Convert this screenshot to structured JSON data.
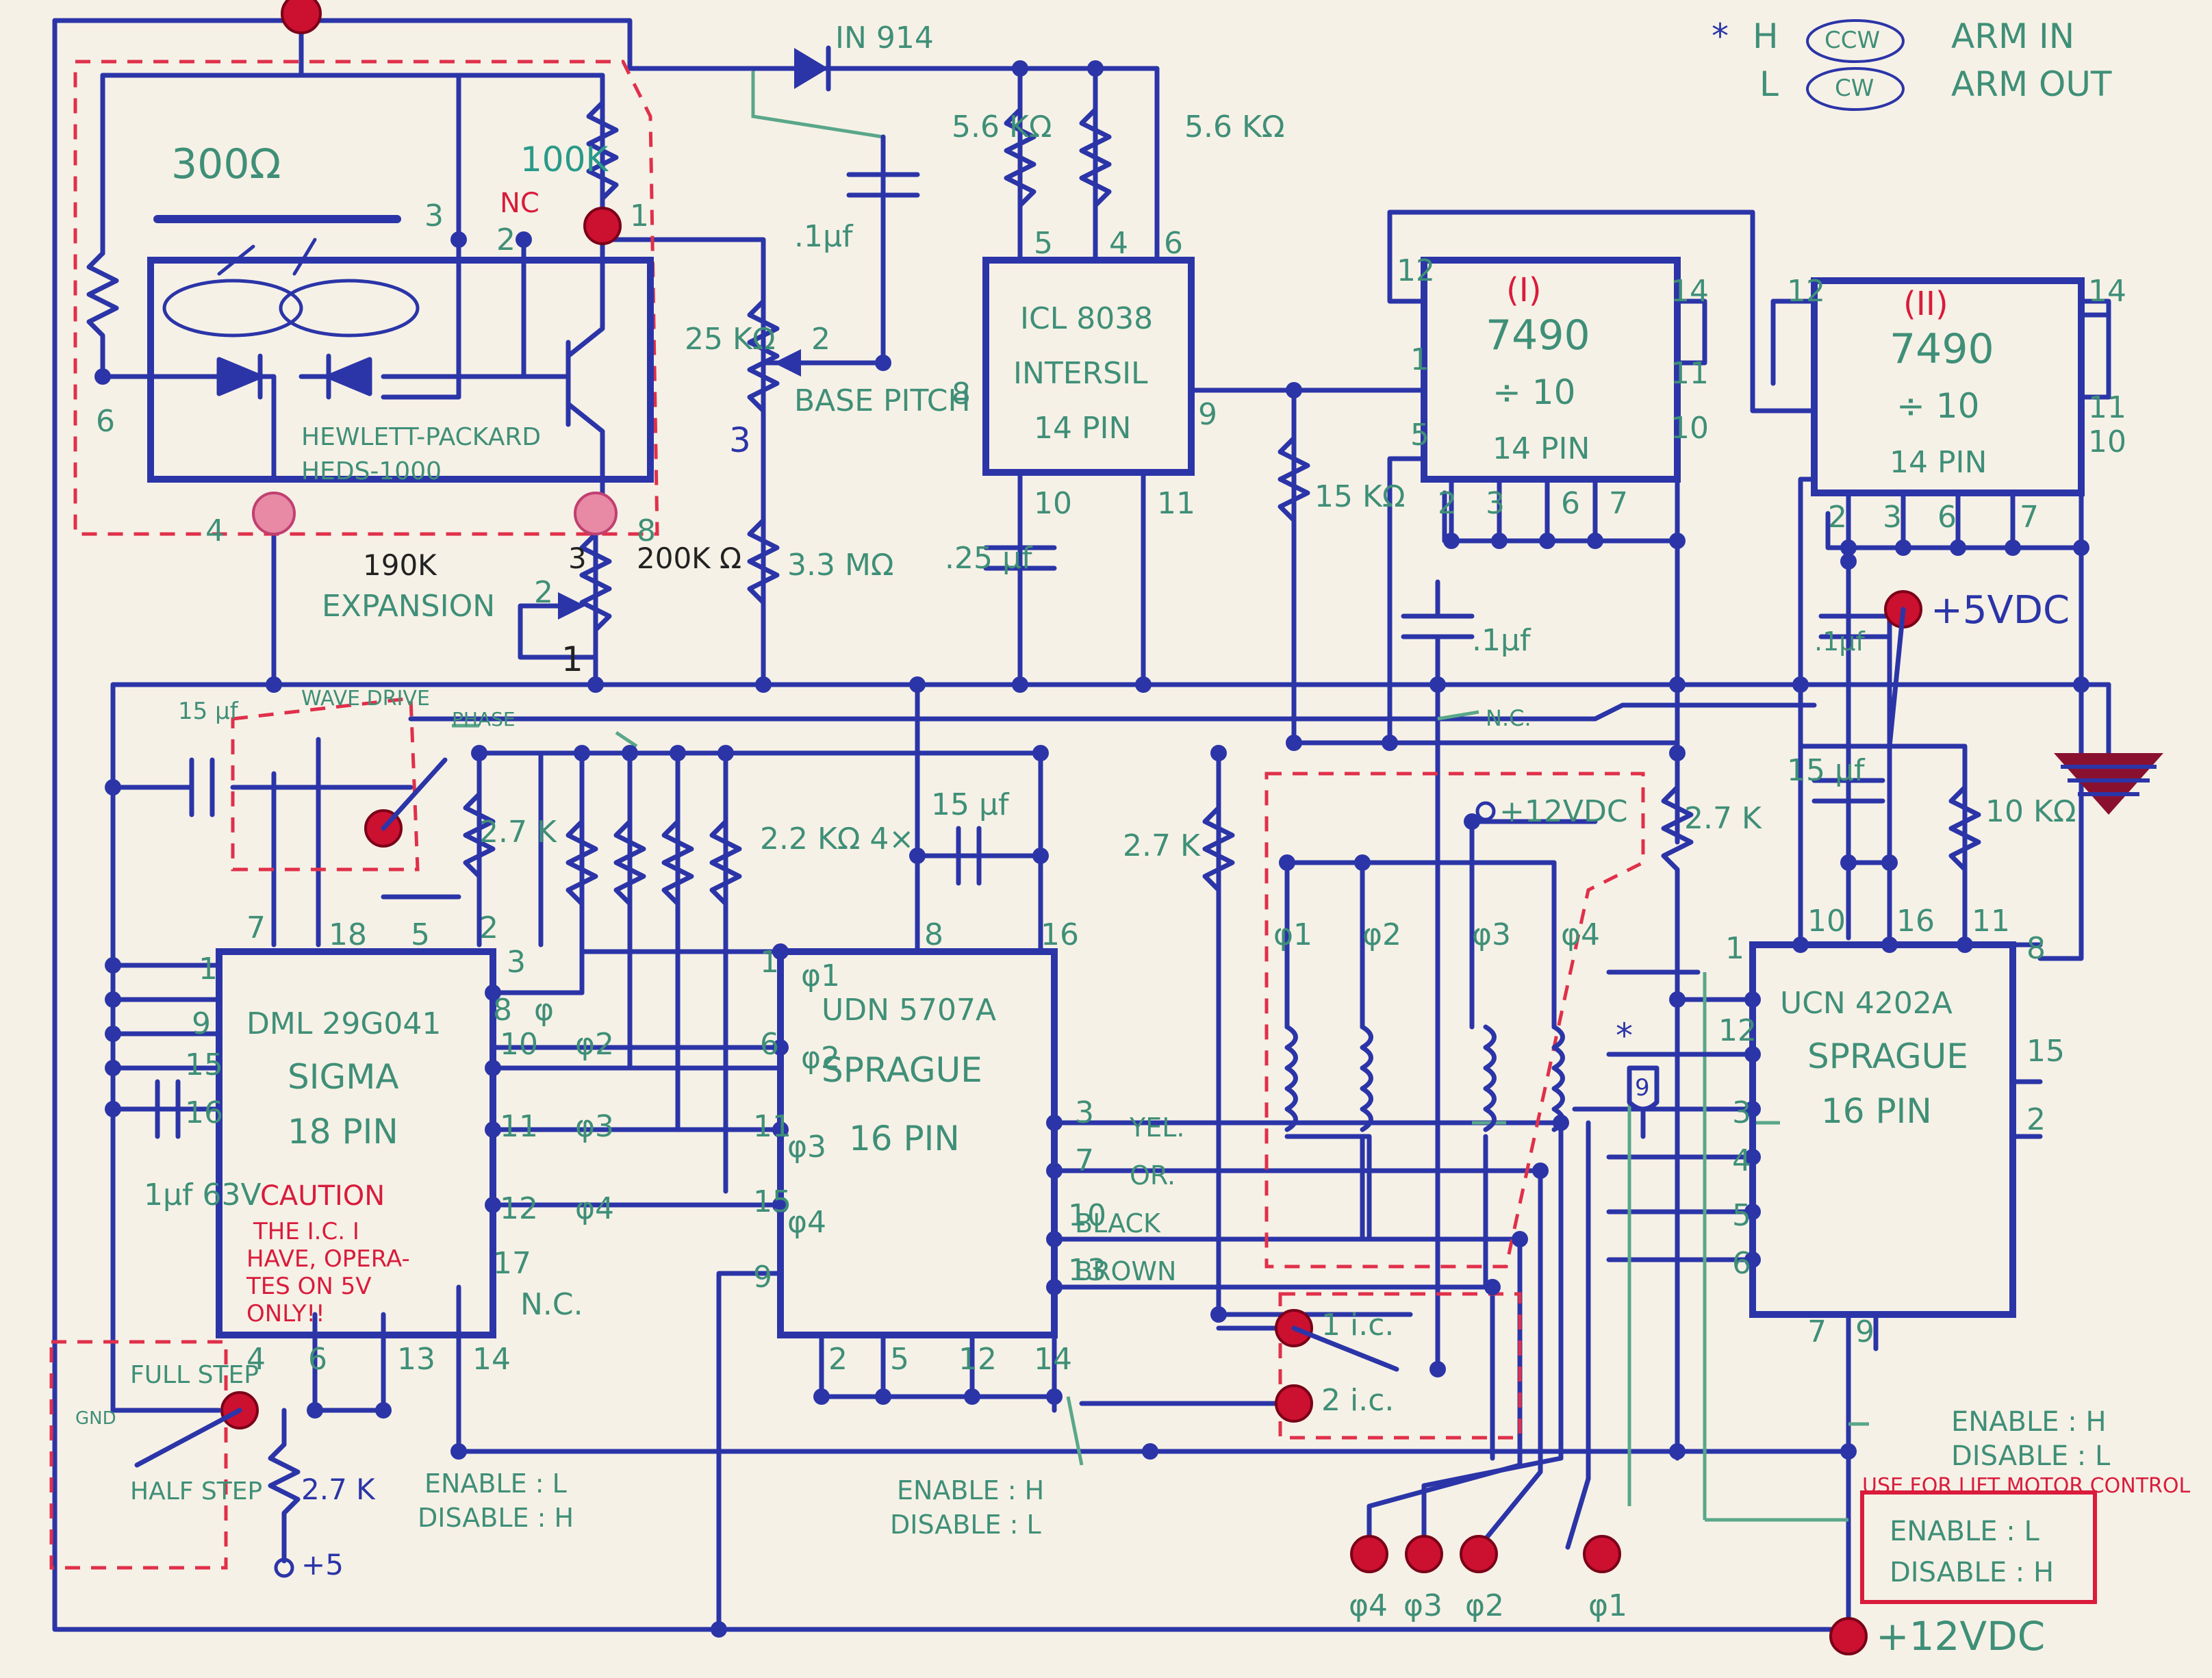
{
  "legend": {
    "star": "*",
    "h": "H",
    "ccw": "CCW",
    "arm_in": "ARM IN",
    "l": "L",
    "cw": "CW",
    "arm_out": "ARM OUT"
  },
  "optical_sensor": {
    "name": "HEWLETT-PACKARD",
    "part": "HEDS-1000",
    "resistor": "300Ω",
    "pins": [
      "6",
      "4",
      "3",
      "2",
      "1",
      "8"
    ],
    "nc": "NC"
  },
  "diode": "IN 914",
  "resistors": {
    "r100k": "100K",
    "r56k_a": "5.6 KΩ",
    "r56k_b": "5.6 KΩ",
    "r25k": "25 KΩ",
    "r33m": "3.3 MΩ",
    "r190k": "190K",
    "r200k": "200K Ω",
    "r15k": "15 KΩ",
    "r27k_a": "2.7 K",
    "r27k_b": "2.7 K",
    "r27k_c": "2.7 K",
    "r22k": "2.2 KΩ 4×",
    "r10k": "10 KΩ",
    "r27k_d": "2.7 K"
  },
  "capacitors": {
    "c1_top": ".1μf",
    "c25": ".25 μf",
    "c15_left": "15 μf",
    "c15_mid": "15 μf",
    "c1_mid": ".1μf",
    "c1_right": ".1μf",
    "c15_right": "15 μf",
    "c1_left": "1μf 63V"
  },
  "controls": {
    "base_pitch": "BASE PITCH",
    "expansion": "EXPANSION",
    "wave_drive": "WAVE DRIVE",
    "phase": "PHASE",
    "full_step": "FULL STEP",
    "half_step": "HALF STEP",
    "gnd": "GND"
  },
  "ic_8038": {
    "name": "ICL 8038",
    "maker": "INTERSIL",
    "pins_label": "14 PIN",
    "pins": [
      "5",
      "4",
      "6",
      "8",
      "9",
      "10",
      "11",
      "2"
    ]
  },
  "ic_7490_1": {
    "num": "(I)",
    "name": "7490",
    "div": "÷ 10",
    "pins_label": "14 PIN",
    "pins": [
      "12",
      "14",
      "1",
      "11",
      "5",
      "10",
      "2",
      "3",
      "6",
      "7"
    ]
  },
  "ic_7490_2": {
    "num": "(II)",
    "name": "7490",
    "div": "÷ 10",
    "pins_label": "14 PIN",
    "pins": [
      "12",
      "14",
      "11",
      "10",
      "2",
      "3",
      "6",
      "7"
    ]
  },
  "ic_sigma": {
    "name": "DML 29G041",
    "maker": "SIGMA",
    "pins_label": "18 PIN",
    "pins": [
      "7",
      "18",
      "5",
      "2",
      "3",
      "1",
      "9",
      "15",
      "16",
      "8",
      "10",
      "11",
      "12",
      "17",
      "4",
      "6",
      "13",
      "14"
    ]
  },
  "caution": {
    "l1": "CAUTION",
    "l2": "THE I.C. I",
    "l3": "HAVE, OPERA-",
    "l4": "TES ON 5V",
    "l5": "ONLY!!"
  },
  "ic_udn5707": {
    "name": "UDN 5707A",
    "maker": "SPRAGUE",
    "pins_label": "16 PIN",
    "pins": [
      "1",
      "6",
      "11",
      "15",
      "9",
      "8",
      "16",
      "3",
      "7",
      "10",
      "13",
      "2",
      "5",
      "12",
      "14"
    ],
    "phi_in": [
      "φ1",
      "φ2",
      "φ3",
      "φ4"
    ]
  },
  "ic_ucn4202": {
    "name": "UCN 4202A",
    "maker": "SPRAGUE",
    "pins_label": "16 PIN",
    "pins": [
      "1",
      "12",
      "3",
      "4",
      "5",
      "6",
      "7",
      "9",
      "10",
      "16",
      "11",
      "8",
      "15",
      "2"
    ]
  },
  "phases": {
    "sig_out": [
      "φ",
      "φ2",
      "φ3",
      "φ4"
    ],
    "coils": [
      "φ1",
      "φ2",
      "φ3",
      "φ4"
    ],
    "wires": [
      "YEL.",
      "OR.",
      "BLACK",
      "BROWN"
    ],
    "terminals": [
      "φ4",
      "φ3",
      "φ2",
      "φ1"
    ]
  },
  "nc_labels": [
    "N.C.",
    "N.C."
  ],
  "supply": {
    "v5": "+5VDC",
    "v12_motor": "+12VDC",
    "v12_bottom": "+12VDC",
    "plus5": "+5"
  },
  "switches": {
    "s1": "1 i.c.",
    "s2": "2 i.c.",
    "pin9": "9"
  },
  "enable": {
    "sigma_en": "ENABLE : L",
    "sigma_dis": "DISABLE : H",
    "udn_en": "ENABLE : H",
    "udn_dis": "DISABLE : L",
    "ucn_en": "ENABLE : H",
    "ucn_dis": "DISABLE : L",
    "lift_note": "USE FOR LIFT MOTOR CONTROL",
    "lift_en": "ENABLE : L",
    "lift_dis": "DISABLE : H"
  },
  "misc": {
    "pot_num_3": "3",
    "pot_num_1": "1",
    "pot_num_2": "2",
    "pot_num_3b": "3",
    "pot_num_2b": "2"
  }
}
